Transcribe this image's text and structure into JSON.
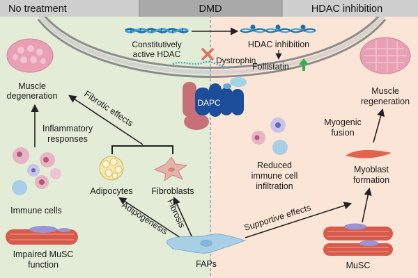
{
  "headers": {
    "left": "No treatment",
    "center": "DMD",
    "right": "HDAC inhibition"
  },
  "membrane": {
    "hdac_label_line1": "Constitutively",
    "hdac_label_line2": "active HDAC",
    "hdac_inhibition_label": "HDAC inhibition",
    "follistatin_label": "Follistatin",
    "dystrophin_label": "Dystrophin",
    "dapc_label": "DAPC"
  },
  "left_panel": {
    "muscle_degeneration_line1": "Muscle",
    "muscle_degeneration_line2": "degeneration",
    "fibrotic_effects": "Fibrotic effects",
    "inflammatory_line1": "Inflammatory",
    "inflammatory_line2": "responses",
    "immune_cells": "Immune cells",
    "adipocytes": "Adipocytes",
    "fibroblasts": "Fibroblasts",
    "adipogenesis": "Adipogenesis",
    "fibrosis": "Fibrosis",
    "impaired_line1": "Impaired MuSC",
    "impaired_line2": "function"
  },
  "center": {
    "faps": "FAPs"
  },
  "right_panel": {
    "muscle_regeneration_line1": "Muscle",
    "muscle_regeneration_line2": "regeneration",
    "myogenic_line1": "Myogenic",
    "myogenic_line2": "fusion",
    "myoblast_line1": "Myoblast",
    "myoblast_line2": "formation",
    "reduced_line1": "Reduced",
    "reduced_line2": "immune cell",
    "reduced_line3": "infiltration",
    "supportive_effects": "Supportive effects",
    "musc": "MuSC"
  },
  "colors": {
    "left_bg": "#e2ecd7",
    "right_bg": "#fbe5d6",
    "header_bg": "#cfcfcf",
    "header_mid": "#a9a9a9",
    "hdac_dna": "#2a7fb8",
    "dapc_blue": "#1b4d9a",
    "dapc_pink": "#c8707a",
    "follistatin_arrow": "#2fb24c",
    "cross_red": "#d9735e",
    "muscle_pink": "#e9a0b4",
    "myoblast": "#e2644f",
    "fap_blue": "#a9cfe6"
  },
  "icons": {
    "hdac": "dna-helix-icon",
    "cross": "x-mark-icon",
    "up_arrow": "up-arrow-icon"
  }
}
